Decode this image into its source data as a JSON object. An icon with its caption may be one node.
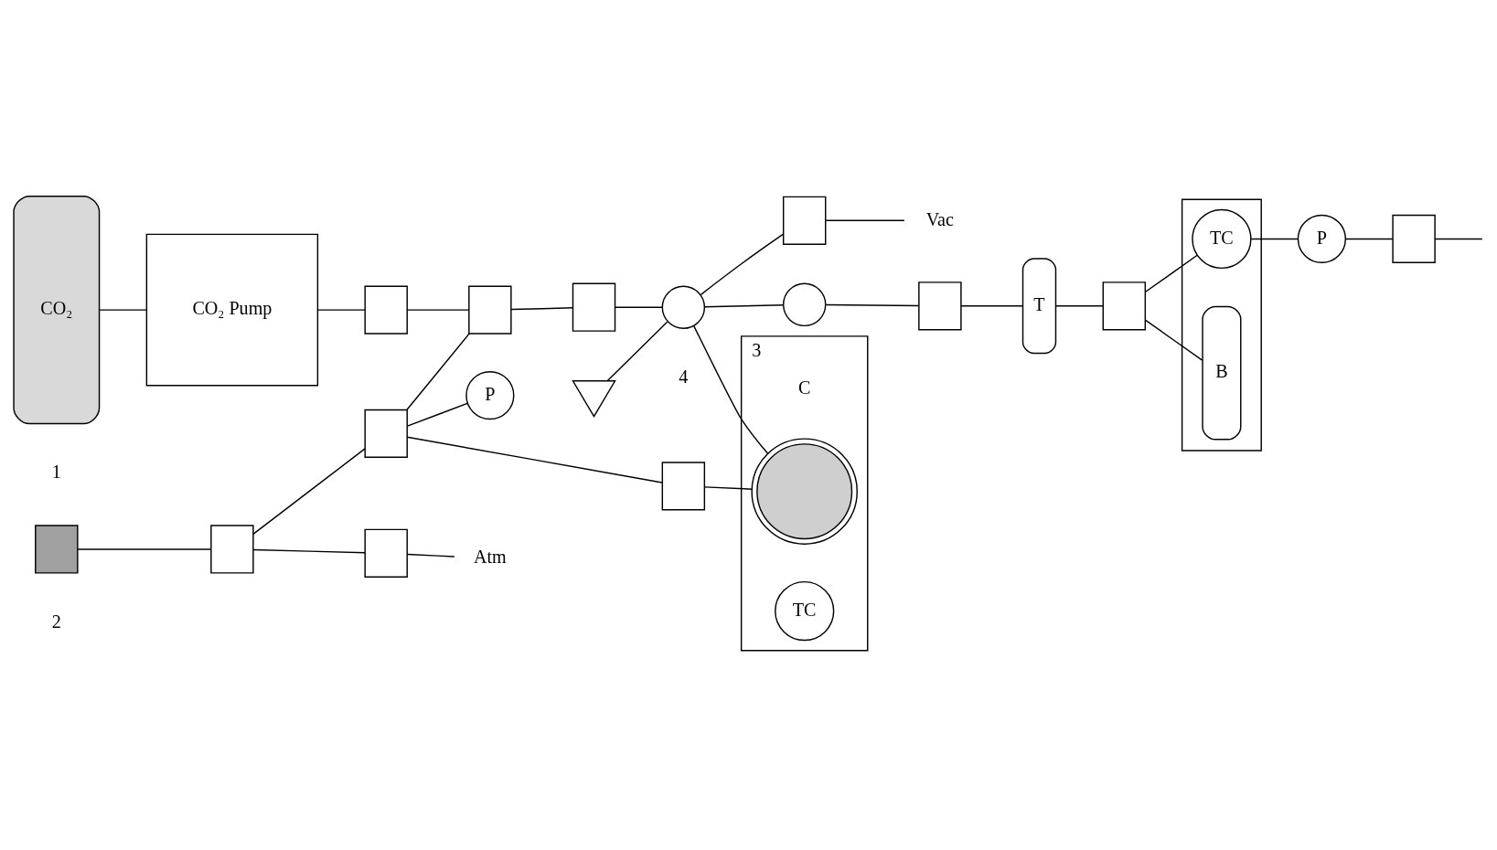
{
  "diagram": {
    "nodes": [
      {
        "text": [
          "CO₂"
        ],
        "beside": [
          "1"
        ]
      },
      {
        "text": [
          "CO₂ Pump"
        ]
      },
      {
        "text": [],
        "shape": "box"
      },
      {
        "text": [],
        "shape": "box"
      },
      {
        "text": [],
        "shape": "box"
      },
      {
        "text": [
          "P"
        ]
      },
      {
        "text": [],
        "shape": "box"
      },
      {
        "text": [],
        "shape": "box"
      },
      {
        "text": [
          "Atm"
        ]
      },
      {
        "text": [],
        "shape": "box",
        "beside": [
          "2"
        ]
      },
      {
        "text": [],
        "shape": "box"
      },
      {
        "text": [],
        "shape": "box"
      },
      {
        "text": [],
        "shape": "syringe"
      },
      {
        "text": [],
        "shape": "circle",
        "beside": [
          "4"
        ]
      },
      {
        "text": [
          "3"
        ]
      },
      {
        "text": [],
        "shape": "circle",
        "beside": [
          "C"
        ],
        "in": 14
      },
      {
        "text": [
          "TC"
        ],
        "in": 14
      },
      {
        "text": [],
        "shape": "box"
      },
      {
        "text": [
          "Vac"
        ]
      },
      {
        "text": [],
        "shape": "circle"
      },
      {
        "text": [],
        "shape": "box"
      },
      {
        "text": [
          "T"
        ]
      },
      {
        "text": [],
        "shape": "box"
      },
      {
        "text": [],
        "shape": "box"
      },
      {
        "text": [
          "TC"
        ],
        "in": 23
      },
      {
        "text": [
          "P"
        ]
      },
      {
        "text": [
          "B"
        ],
        "in": 23
      },
      {
        "text": [],
        "shape": "box"
      }
    ],
    "edges": [
      {
        "from": 0,
        "to": 1,
        "arrow": "none"
      },
      {
        "from": 1,
        "to": 2,
        "arrow": "none"
      },
      {
        "from": 2,
        "to": 3,
        "arrow": "none"
      },
      {
        "from": 9,
        "to": 6,
        "arrow": "none"
      },
      {
        "from": 6,
        "to": 7,
        "arrow": "none"
      },
      {
        "from": 7,
        "to": 8,
        "arrow": "none"
      },
      {
        "from": 6,
        "to": 4,
        "arrow": "none"
      },
      {
        "from": 4,
        "to": 5,
        "arrow": "none"
      },
      {
        "from": 4,
        "to": 3,
        "arrow": "none"
      },
      {
        "from": 4,
        "to": 10,
        "arrow": "none"
      },
      {
        "from": 10,
        "to": 15,
        "arrow": "none"
      },
      {
        "from": 3,
        "to": 11,
        "arrow": "none"
      },
      {
        "from": 11,
        "to": 13,
        "arrow": "none"
      },
      {
        "from": 12,
        "to": 13,
        "arrow": "none"
      },
      {
        "from": 13,
        "to": 15,
        "arrow": "none"
      },
      {
        "from": 13,
        "to": 17,
        "arrow": "none"
      },
      {
        "from": 17,
        "to": 18,
        "arrow": "none"
      },
      {
        "from": 13,
        "to": 19,
        "arrow": "none"
      },
      {
        "from": 19,
        "to": 20,
        "arrow": "none"
      },
      {
        "from": 20,
        "to": 21,
        "arrow": "none"
      },
      {
        "from": 21,
        "to": 22,
        "arrow": "none"
      },
      {
        "from": 22,
        "to": 24,
        "arrow": "none"
      },
      {
        "from": 24,
        "to": 25,
        "arrow": "none"
      },
      {
        "from": 22,
        "to": 26,
        "arrow": "none"
      },
      {
        "from": 25,
        "to": 27,
        "arrow": "none"
      },
      {
        "from": 27,
        "to": null,
        "arrow": "none"
      }
    ]
  }
}
